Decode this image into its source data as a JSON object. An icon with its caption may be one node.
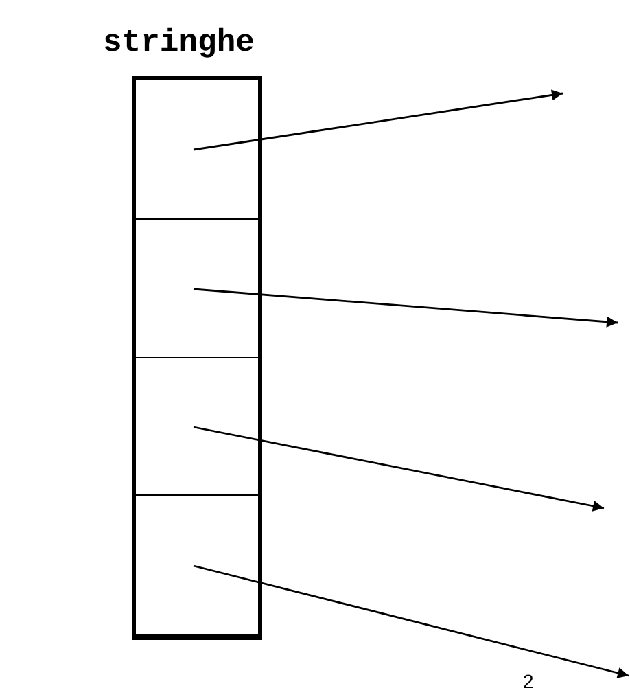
{
  "diagram": {
    "nodes": [
      {
        "text": [
          "stringhe"
        ]
      },
      {
        "text": [],
        "shape": "box",
        "in": 0
      },
      {
        "text": [],
        "shape": "box",
        "in": 0
      },
      {
        "text": [],
        "shape": "box",
        "in": 0
      },
      {
        "text": [],
        "shape": "box",
        "in": 0
      }
    ],
    "edges": [
      {
        "from": 1,
        "to": null,
        "arrow": "to"
      },
      {
        "from": 2,
        "to": null,
        "arrow": "to"
      },
      {
        "from": 3,
        "to": null,
        "arrow": "to"
      },
      {
        "from": 4,
        "to": null,
        "arrow": "to"
      }
    ],
    "labels": [
      "2"
    ]
  }
}
